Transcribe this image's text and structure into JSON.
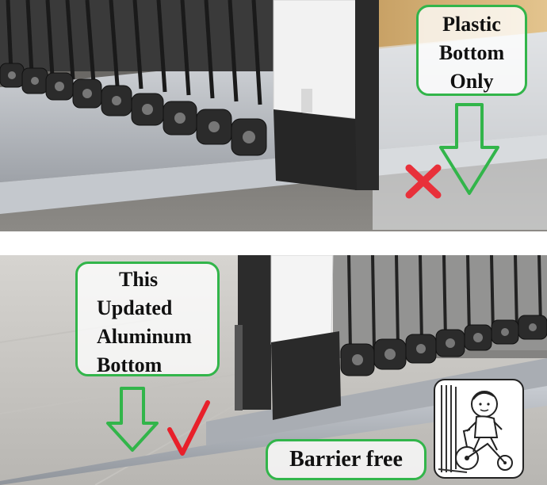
{
  "top_panel": {
    "callout_lines": [
      "Plastic",
      "Bottom",
      "Only"
    ],
    "mark": "cross",
    "mark_color": "#e8303a",
    "arrow_color": "#32b54a"
  },
  "bottom_panel": {
    "callout_lines": [
      "This",
      "Updated",
      "Aluminum",
      "Bottom"
    ],
    "mark": "check",
    "mark_color": "#e8202a",
    "arrow_color": "#32b54a",
    "badge_label": "Barrier free",
    "icon": "child-on-tricycle-icon"
  },
  "colors": {
    "callout_border": "#32b54a",
    "frame_dark": "#2a2a2a",
    "rail_grey": "#b9bcc2"
  }
}
